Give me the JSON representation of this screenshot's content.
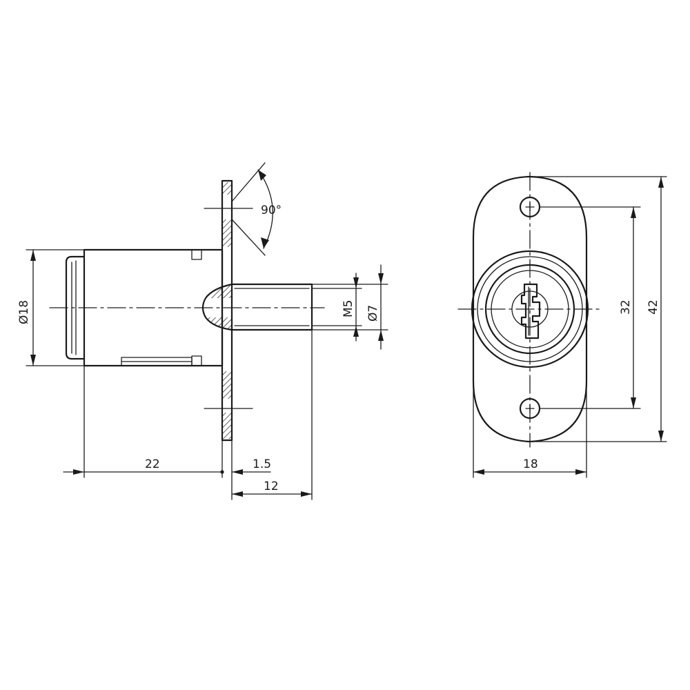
{
  "dimensions": {
    "side_view": {
      "body_diameter": "Ø18",
      "body_length": "22",
      "flange_thickness": "1.5",
      "bolt_length": "12",
      "thread": "M5",
      "bolt_diameter": "Ø7",
      "rotation_angle": "90°"
    },
    "front_view": {
      "width": "18",
      "hole_spacing": "32",
      "overall_height": "42"
    }
  }
}
